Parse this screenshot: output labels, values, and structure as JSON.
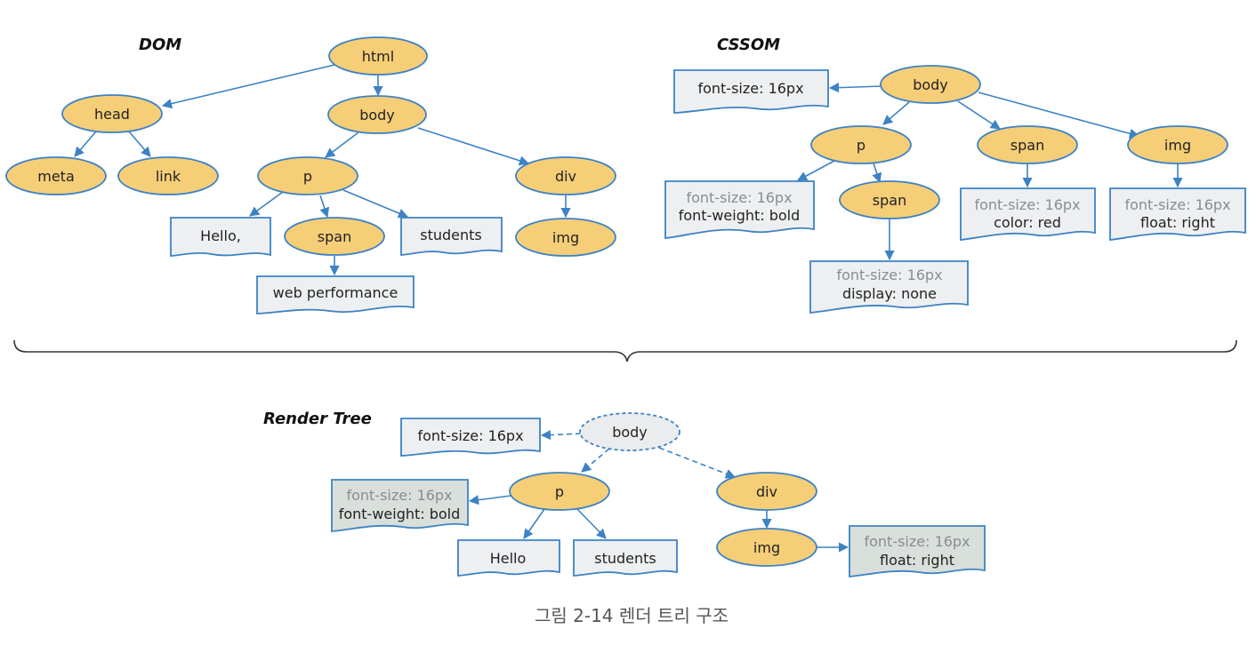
{
  "sections": {
    "dom_title": "DOM",
    "cssom_title": "CSSOM",
    "render_title": "Render Tree"
  },
  "dom": {
    "html": "html",
    "head": "head",
    "body": "body",
    "meta": "meta",
    "link": "link",
    "p": "p",
    "div": "div",
    "span": "span",
    "img": "img",
    "text_hello": "Hello,",
    "text_students": "students",
    "text_web_performance": "web performance"
  },
  "cssom": {
    "body": "body",
    "p": "p",
    "span": "span",
    "img": "img",
    "span_nested": "span",
    "body_style": "font-size: 16px",
    "p_inherited": "font-size: 16px",
    "p_style": "font-weight: bold",
    "span_nested_inherited": "font-size: 16px",
    "span_nested_style": "display: none",
    "span_inherited": "font-size: 16px",
    "span_style": "color: red",
    "img_inherited": "font-size: 16px",
    "img_style": "float: right"
  },
  "render_tree": {
    "body": "body",
    "p": "p",
    "div": "div",
    "img": "img",
    "text_hello": "Hello",
    "text_students": "students",
    "body_style": "font-size: 16px",
    "p_inherited": "font-size: 16px",
    "p_style": "font-weight: bold",
    "img_inherited": "font-size: 16px",
    "img_style": "float: right"
  },
  "caption": "그림 2-14 렌더 트리 구조",
  "colors": {
    "node_fill": "#f6ce78",
    "stroke": "#3d82c4",
    "note_fill": "#edeff1",
    "note_green_fill": "#d9dfda",
    "virtual_fill": "#ebeced"
  }
}
